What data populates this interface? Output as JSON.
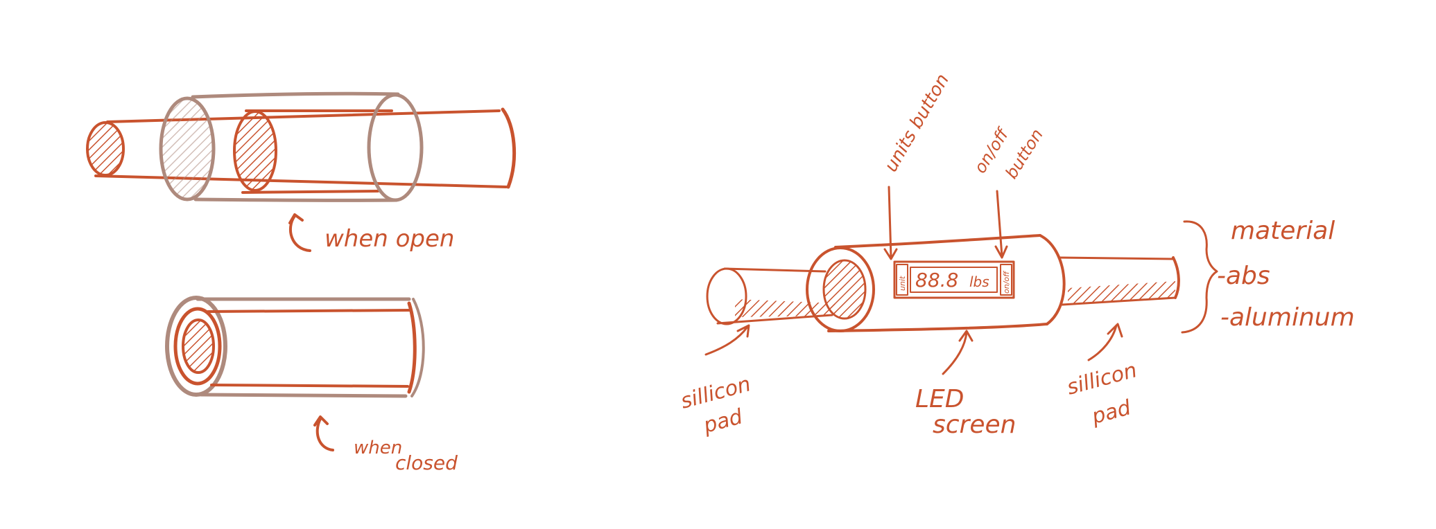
{
  "colors": {
    "ink": "#c9532e",
    "outer_sleeve": "#ae8a7d",
    "background": "#ffffff"
  },
  "left_sketches": {
    "open_label": "when open",
    "closed_label_line1": "when",
    "closed_label_line2": "closed"
  },
  "device_sketch": {
    "units_button_label": "units button",
    "onoff_label_line1": "on/off",
    "onoff_label_line2": "button",
    "screen_readout": "88.8",
    "screen_unit": "lbs",
    "screen_left_button_text": "unit",
    "screen_right_button_text": "on/off",
    "led_label_line1": "LED",
    "led_label_line2": "screen",
    "left_pad_line1": "sillicon",
    "left_pad_line2": "pad",
    "right_pad_line1": "sillicon",
    "right_pad_line2": "pad",
    "material_title": "material",
    "material_items": [
      "-abs",
      "-aluminum"
    ]
  }
}
